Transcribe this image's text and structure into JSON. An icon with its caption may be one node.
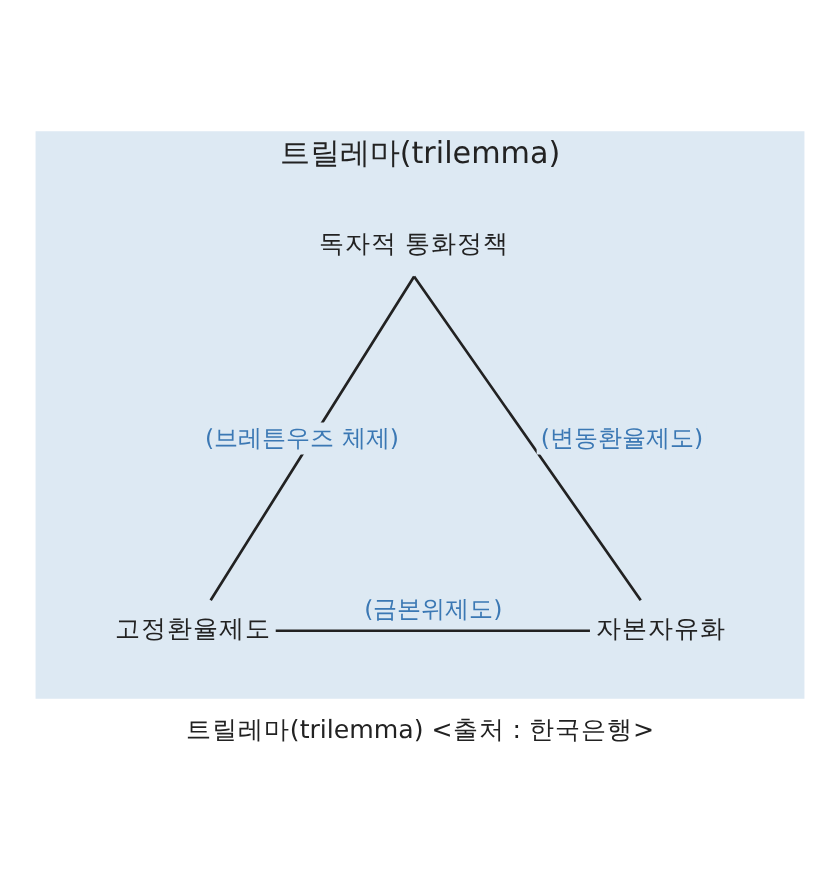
{
  "diagram": {
    "caption": "트릴레마(trilemma) <출처 : 한국은행>",
    "nodes": [
      {
        "text": [
          "트릴레마(trilemma)"
        ]
      },
      {
        "text": [
          "독자적 통화정책"
        ],
        "in": 0
      },
      {
        "text": [
          "고정환율제도"
        ],
        "in": 0
      },
      {
        "text": [
          "자본자유화"
        ],
        "in": 0
      }
    ],
    "edges": [
      {
        "from": 1,
        "to": 2,
        "arrow": "none",
        "label": "(브레튼우즈 체제)"
      },
      {
        "from": 1,
        "to": 3,
        "arrow": "none",
        "label": "(변동환율제도)"
      },
      {
        "from": 2,
        "to": 3,
        "arrow": "none",
        "label": "(금본위제도)"
      }
    ]
  }
}
